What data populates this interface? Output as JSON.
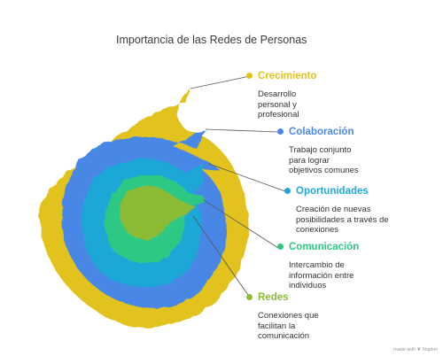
{
  "title": "Importancia de las Redes de Personas",
  "colors": {
    "crecimiento": "#e2c21a",
    "colaboracion": "#4a87e6",
    "oportunidades": "#1fa8d6",
    "comunicacion": "#2fc885",
    "redes": "#8cbb36"
  },
  "items": [
    {
      "key": "crecimiento",
      "title": "Crecimiento",
      "description": "Desarrollo personal y profesional"
    },
    {
      "key": "colaboracion",
      "title": "Colaboración",
      "description": "Trabajo conjunto para lograr objetivos comunes"
    },
    {
      "key": "oportunidades",
      "title": "Oportunidades",
      "description": "Creación de nuevas posibilidades a través de conexiones"
    },
    {
      "key": "comunicacion",
      "title": "Comunicación",
      "description": "Intercambio de información entre individuos"
    },
    {
      "key": "redes",
      "title": "Redes",
      "description": "Conexiones que facilitan la comunicación"
    }
  ],
  "credit": "made with ❦ Napkin"
}
